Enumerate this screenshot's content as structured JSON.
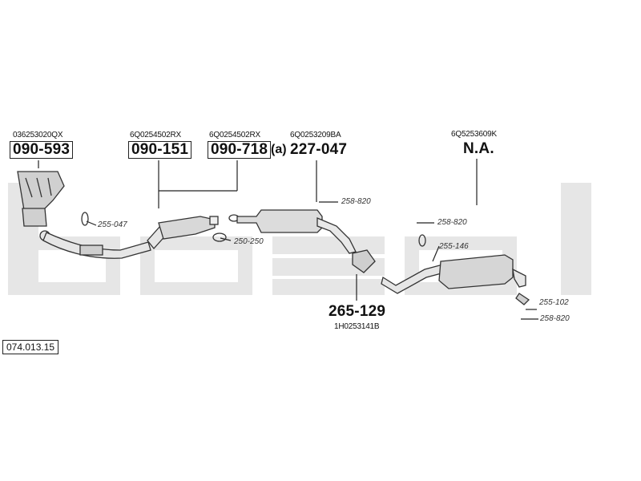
{
  "watermark": {
    "text": "bosal",
    "color": "#e4e4e4"
  },
  "diagram_id": "074.013.15",
  "parts": [
    {
      "oem": "036253020QX",
      "number": "090-593"
    },
    {
      "oem": "6Q0254502RX",
      "number": "090-151"
    },
    {
      "oem": "6Q0254502RX",
      "number": "090-718",
      "suffix": "(a)"
    },
    {
      "oem": "6Q0253209BA",
      "number": "227-047"
    },
    {
      "oem": "6Q5253609K",
      "number": "N.A."
    },
    {
      "oem": "1H0253141B",
      "number": "265-129"
    }
  ],
  "refs": [
    "258-820",
    "255-047",
    "250-250",
    "258-820",
    "255-146",
    "255-102",
    "258-820"
  ]
}
